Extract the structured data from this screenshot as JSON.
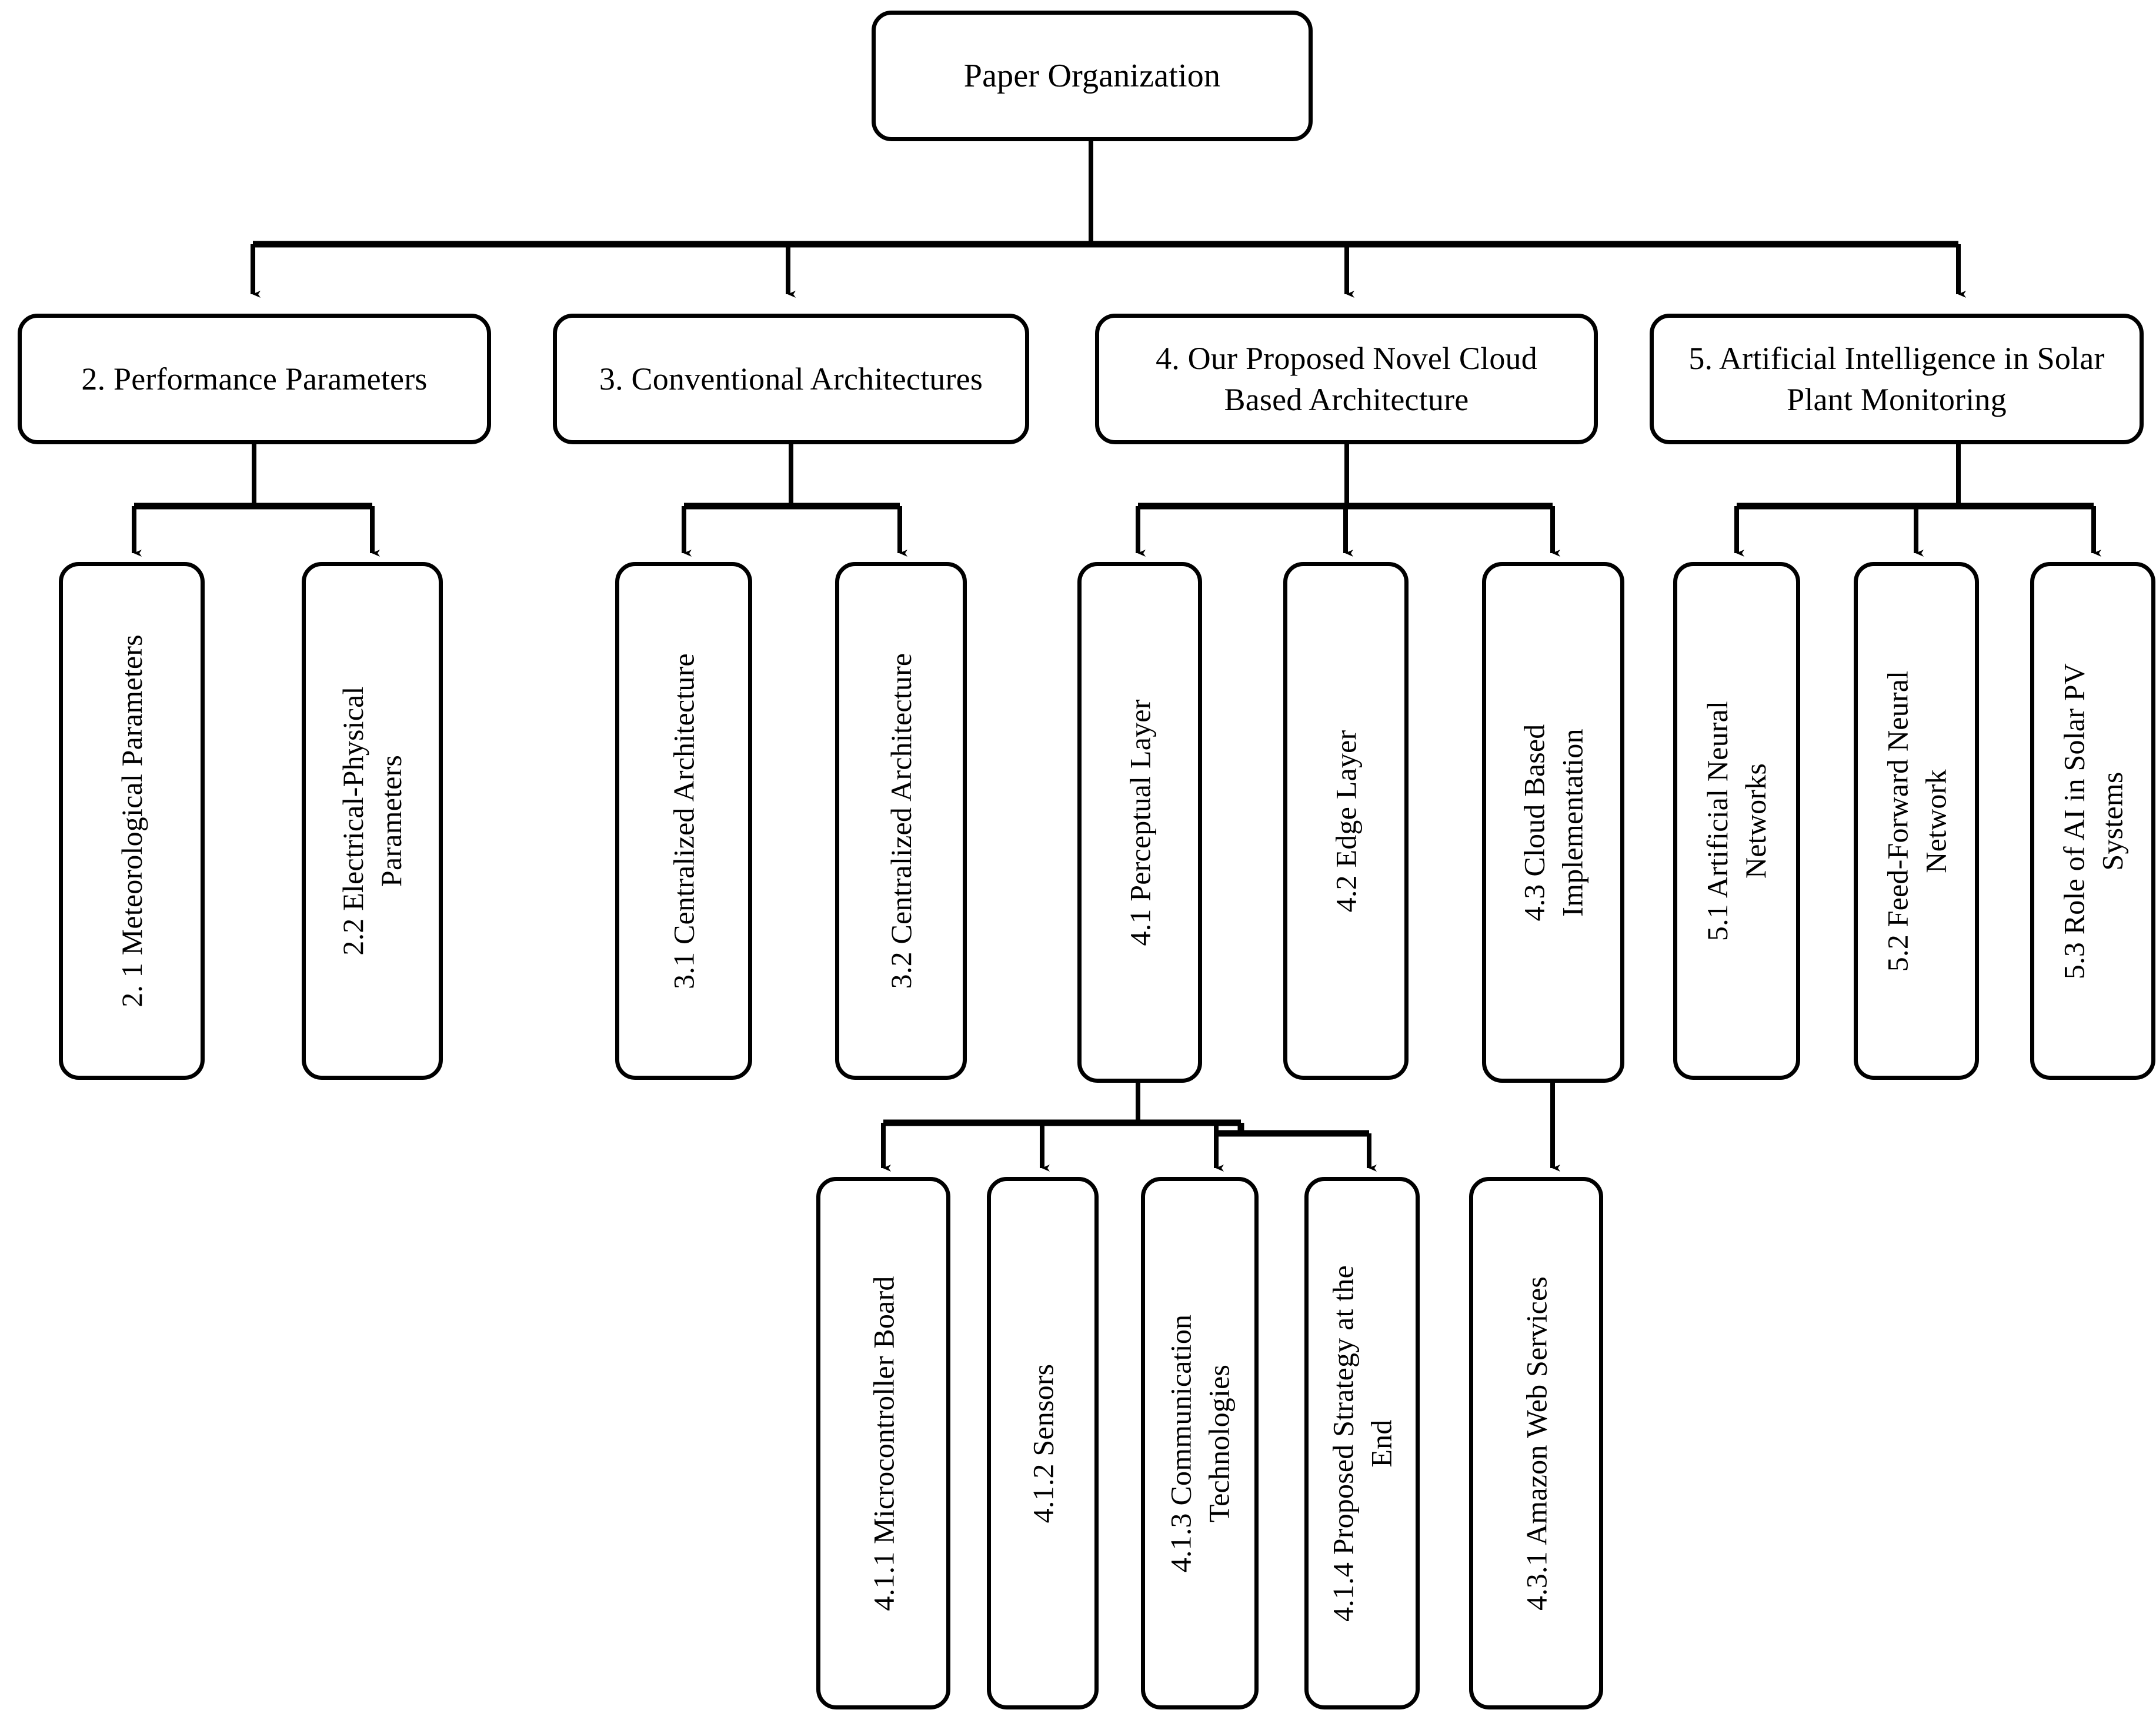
{
  "diagram": {
    "type": "tree",
    "orientation": "top-down",
    "title": "Paper Organization",
    "style": {
      "box_shape": "rounded-rectangle",
      "box_fill": "#ffffff",
      "box_stroke": "#000000",
      "text_color": "#000000",
      "connector_style": "orthogonal-bus-with-arrowheads",
      "background": "#ffffff"
    }
  },
  "nodes": {
    "root": {
      "id": "root",
      "label": "Paper Organization",
      "level": 1,
      "text_orientation": "horizontal"
    },
    "s2": {
      "id": "s2",
      "label": "2. Performance Parameters",
      "level": 2,
      "text_orientation": "horizontal"
    },
    "s3": {
      "id": "s3",
      "label": "3. Conventional Architectures",
      "level": 2,
      "text_orientation": "horizontal"
    },
    "s4": {
      "id": "s4",
      "label": "4. Our Proposed Novel Cloud\nBased Architecture",
      "level": 2,
      "text_orientation": "horizontal"
    },
    "s5": {
      "id": "s5",
      "label": "5. Artificial Intelligence in Solar\nPlant Monitoring",
      "level": 2,
      "text_orientation": "horizontal"
    },
    "s21": {
      "id": "s21",
      "label": "2. 1 Meteorological Parameters",
      "level": 3,
      "text_orientation": "vertical"
    },
    "s22": {
      "id": "s22",
      "label": "2.2 Electrical-Physical\nParameters",
      "level": 3,
      "text_orientation": "vertical"
    },
    "s31": {
      "id": "s31",
      "label": "3.1 Centralized Architecture",
      "level": 3,
      "text_orientation": "vertical"
    },
    "s32": {
      "id": "s32",
      "label": "3.2 Centralized Architecture",
      "level": 3,
      "text_orientation": "vertical"
    },
    "s41": {
      "id": "s41",
      "label": "4.1 Perceptual Layer",
      "level": 3,
      "text_orientation": "vertical"
    },
    "s42": {
      "id": "s42",
      "label": "4.2 Edge Layer",
      "level": 3,
      "text_orientation": "vertical"
    },
    "s43": {
      "id": "s43",
      "label": "4.3 Cloud Based\nImplementation",
      "level": 3,
      "text_orientation": "vertical"
    },
    "s51": {
      "id": "s51",
      "label": "5.1 Artificial Neural\nNetworks",
      "level": 3,
      "text_orientation": "vertical"
    },
    "s52": {
      "id": "s52",
      "label": "5.2 Feed-Forward Neural\nNetwork",
      "level": 3,
      "text_orientation": "vertical"
    },
    "s53": {
      "id": "s53",
      "label": "5.3 Role of AI in Solar PV\nSystems",
      "level": 3,
      "text_orientation": "vertical"
    },
    "s411": {
      "id": "s411",
      "label": "4.1.1 Microcontroller Board",
      "level": 4,
      "text_orientation": "vertical"
    },
    "s412": {
      "id": "s412",
      "label": "4.1.2 Sensors",
      "level": 4,
      "text_orientation": "vertical"
    },
    "s413": {
      "id": "s413",
      "label": "4.1.3 Communication\nTechnologies",
      "level": 4,
      "text_orientation": "vertical"
    },
    "s414": {
      "id": "s414",
      "label": "4.1.4 Proposed Strategy at the\nEnd",
      "level": 4,
      "text_orientation": "vertical"
    },
    "s431": {
      "id": "s431",
      "label": "4.3.1 Amazon Web Services",
      "level": 4,
      "text_orientation": "vertical"
    }
  },
  "edges": [
    {
      "from": "root",
      "to": "s2"
    },
    {
      "from": "root",
      "to": "s3"
    },
    {
      "from": "root",
      "to": "s4"
    },
    {
      "from": "root",
      "to": "s5"
    },
    {
      "from": "s2",
      "to": "s21"
    },
    {
      "from": "s2",
      "to": "s22"
    },
    {
      "from": "s3",
      "to": "s31"
    },
    {
      "from": "s3",
      "to": "s32"
    },
    {
      "from": "s4",
      "to": "s41"
    },
    {
      "from": "s4",
      "to": "s42"
    },
    {
      "from": "s4",
      "to": "s43"
    },
    {
      "from": "s5",
      "to": "s51"
    },
    {
      "from": "s5",
      "to": "s52"
    },
    {
      "from": "s5",
      "to": "s53"
    },
    {
      "from": "s41",
      "to": "s411"
    },
    {
      "from": "s41",
      "to": "s412"
    },
    {
      "from": "s41",
      "to": "s413"
    },
    {
      "from": "s41",
      "to": "s414"
    },
    {
      "from": "s43",
      "to": "s431"
    }
  ]
}
